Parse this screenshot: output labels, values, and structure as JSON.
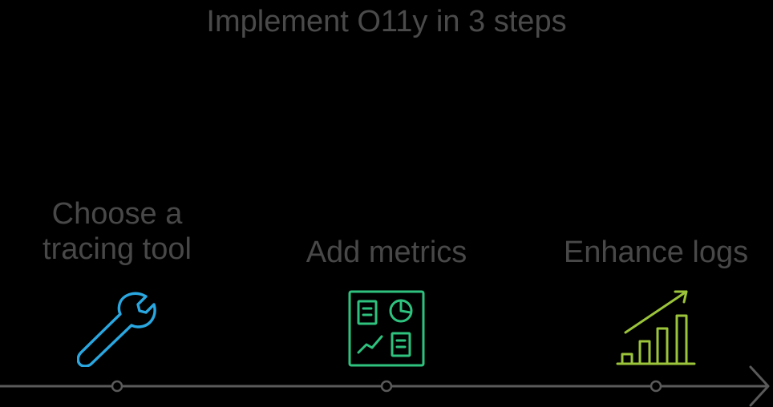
{
  "title": "Implement O11y in 3 steps",
  "steps": [
    {
      "label": "Choose a\ntracing tool",
      "icon": "wrench-icon"
    },
    {
      "label": "Add metrics",
      "icon": "dashboard-icon"
    },
    {
      "label": "Enhance logs",
      "icon": "bar-chart-growth-icon"
    }
  ],
  "colors": {
    "background": "#000000",
    "text": "#484848",
    "timeline": "#5a5a5a",
    "wrench": "#2aa7e0",
    "dashboard": "#2ec27e",
    "chart": "#9bc43a"
  }
}
